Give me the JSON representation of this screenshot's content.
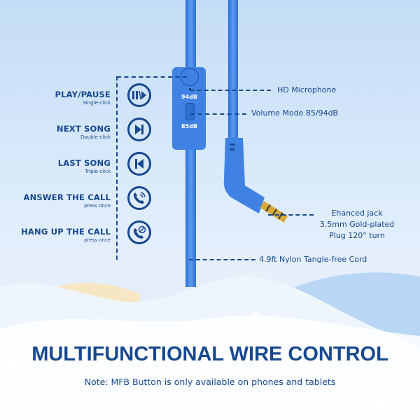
{
  "functions": [
    {
      "title": "PLAY/PAUSE",
      "subtitle": "Single-click",
      "icon": "play-pause-icon"
    },
    {
      "title": "NEXT SONG",
      "subtitle": "Double-click",
      "icon": "next-track-icon"
    },
    {
      "title": "LAST SONG",
      "subtitle": "Triple-click",
      "icon": "previous-track-icon"
    },
    {
      "title": "ANSWER THE CALL",
      "subtitle": "press once",
      "icon": "phone-ringing-icon"
    },
    {
      "title": "HANG UP THE CALL",
      "subtitle": "press once",
      "icon": "phone-blocked-icon"
    }
  ],
  "remote": {
    "high_label": "94dB",
    "low_label": "85dB"
  },
  "callouts": {
    "mic": "HD Microphone",
    "volume": "Volume Mode 85/94dB",
    "jack_line1": "Ehanced jack",
    "jack_line2": "3.5mm Gold-plated",
    "jack_line3": "Plug 120° turn",
    "cord": "4.9ft Nylon Tangle-free Cord"
  },
  "headline": "MULTIFUNCTIONAL WIRE CONTROL",
  "note": "Note: MFB Button is only available on phones and tablets",
  "colors": {
    "navy": "#17488f",
    "cable": "#3b7de0",
    "gold": "#d8a93a"
  }
}
